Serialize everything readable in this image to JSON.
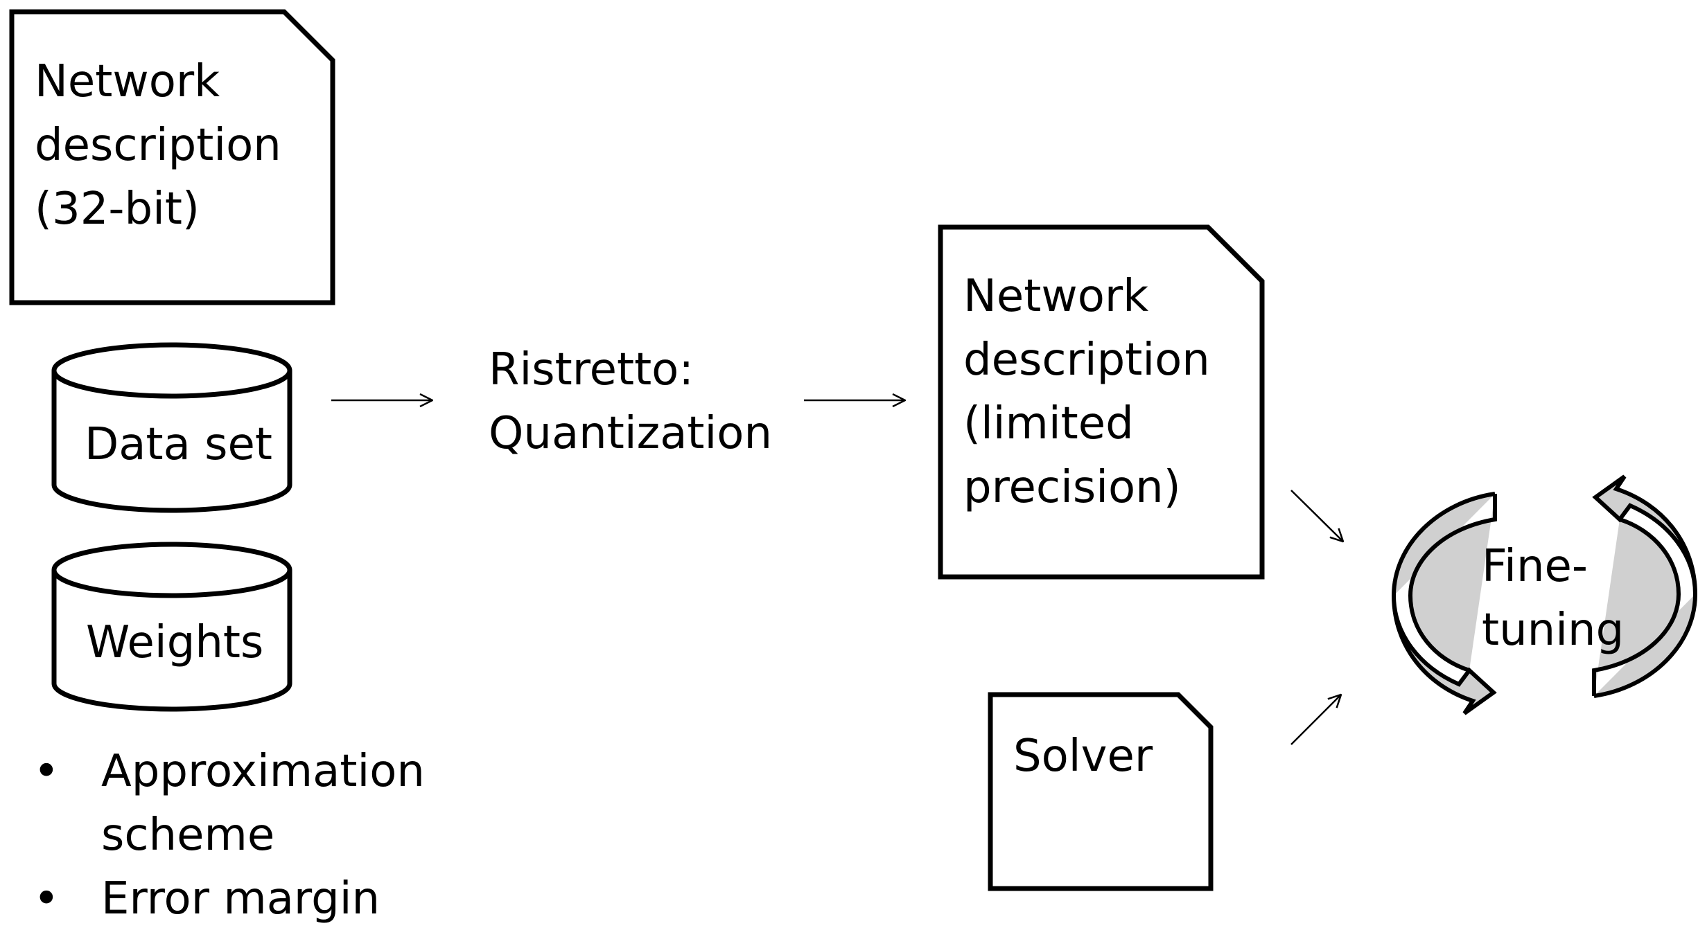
{
  "nodes": {
    "network_fp32": {
      "line1": "Network",
      "line2": "description",
      "line3": "(32-bit)"
    },
    "dataset": {
      "label": "Data set"
    },
    "weights": {
      "label": "Weights"
    },
    "ristretto": {
      "line1": "Ristretto:",
      "line2": "Quantization"
    },
    "network_limited": {
      "line1": "Network",
      "line2": "description",
      "line3": "(limited",
      "line4": "precision)"
    },
    "solver": {
      "label": "Solver"
    },
    "finetuning": {
      "line1": "Fine-",
      "line2": "tuning"
    }
  },
  "bullets": [
    {
      "bullet": "•",
      "line1": "Approximation",
      "line2": "scheme"
    },
    {
      "bullet": "•",
      "line1": "Error margin"
    }
  ],
  "colors": {
    "stroke": "#000000",
    "fill": "#ffffff",
    "arrow_fill": "#d0d0d0"
  }
}
